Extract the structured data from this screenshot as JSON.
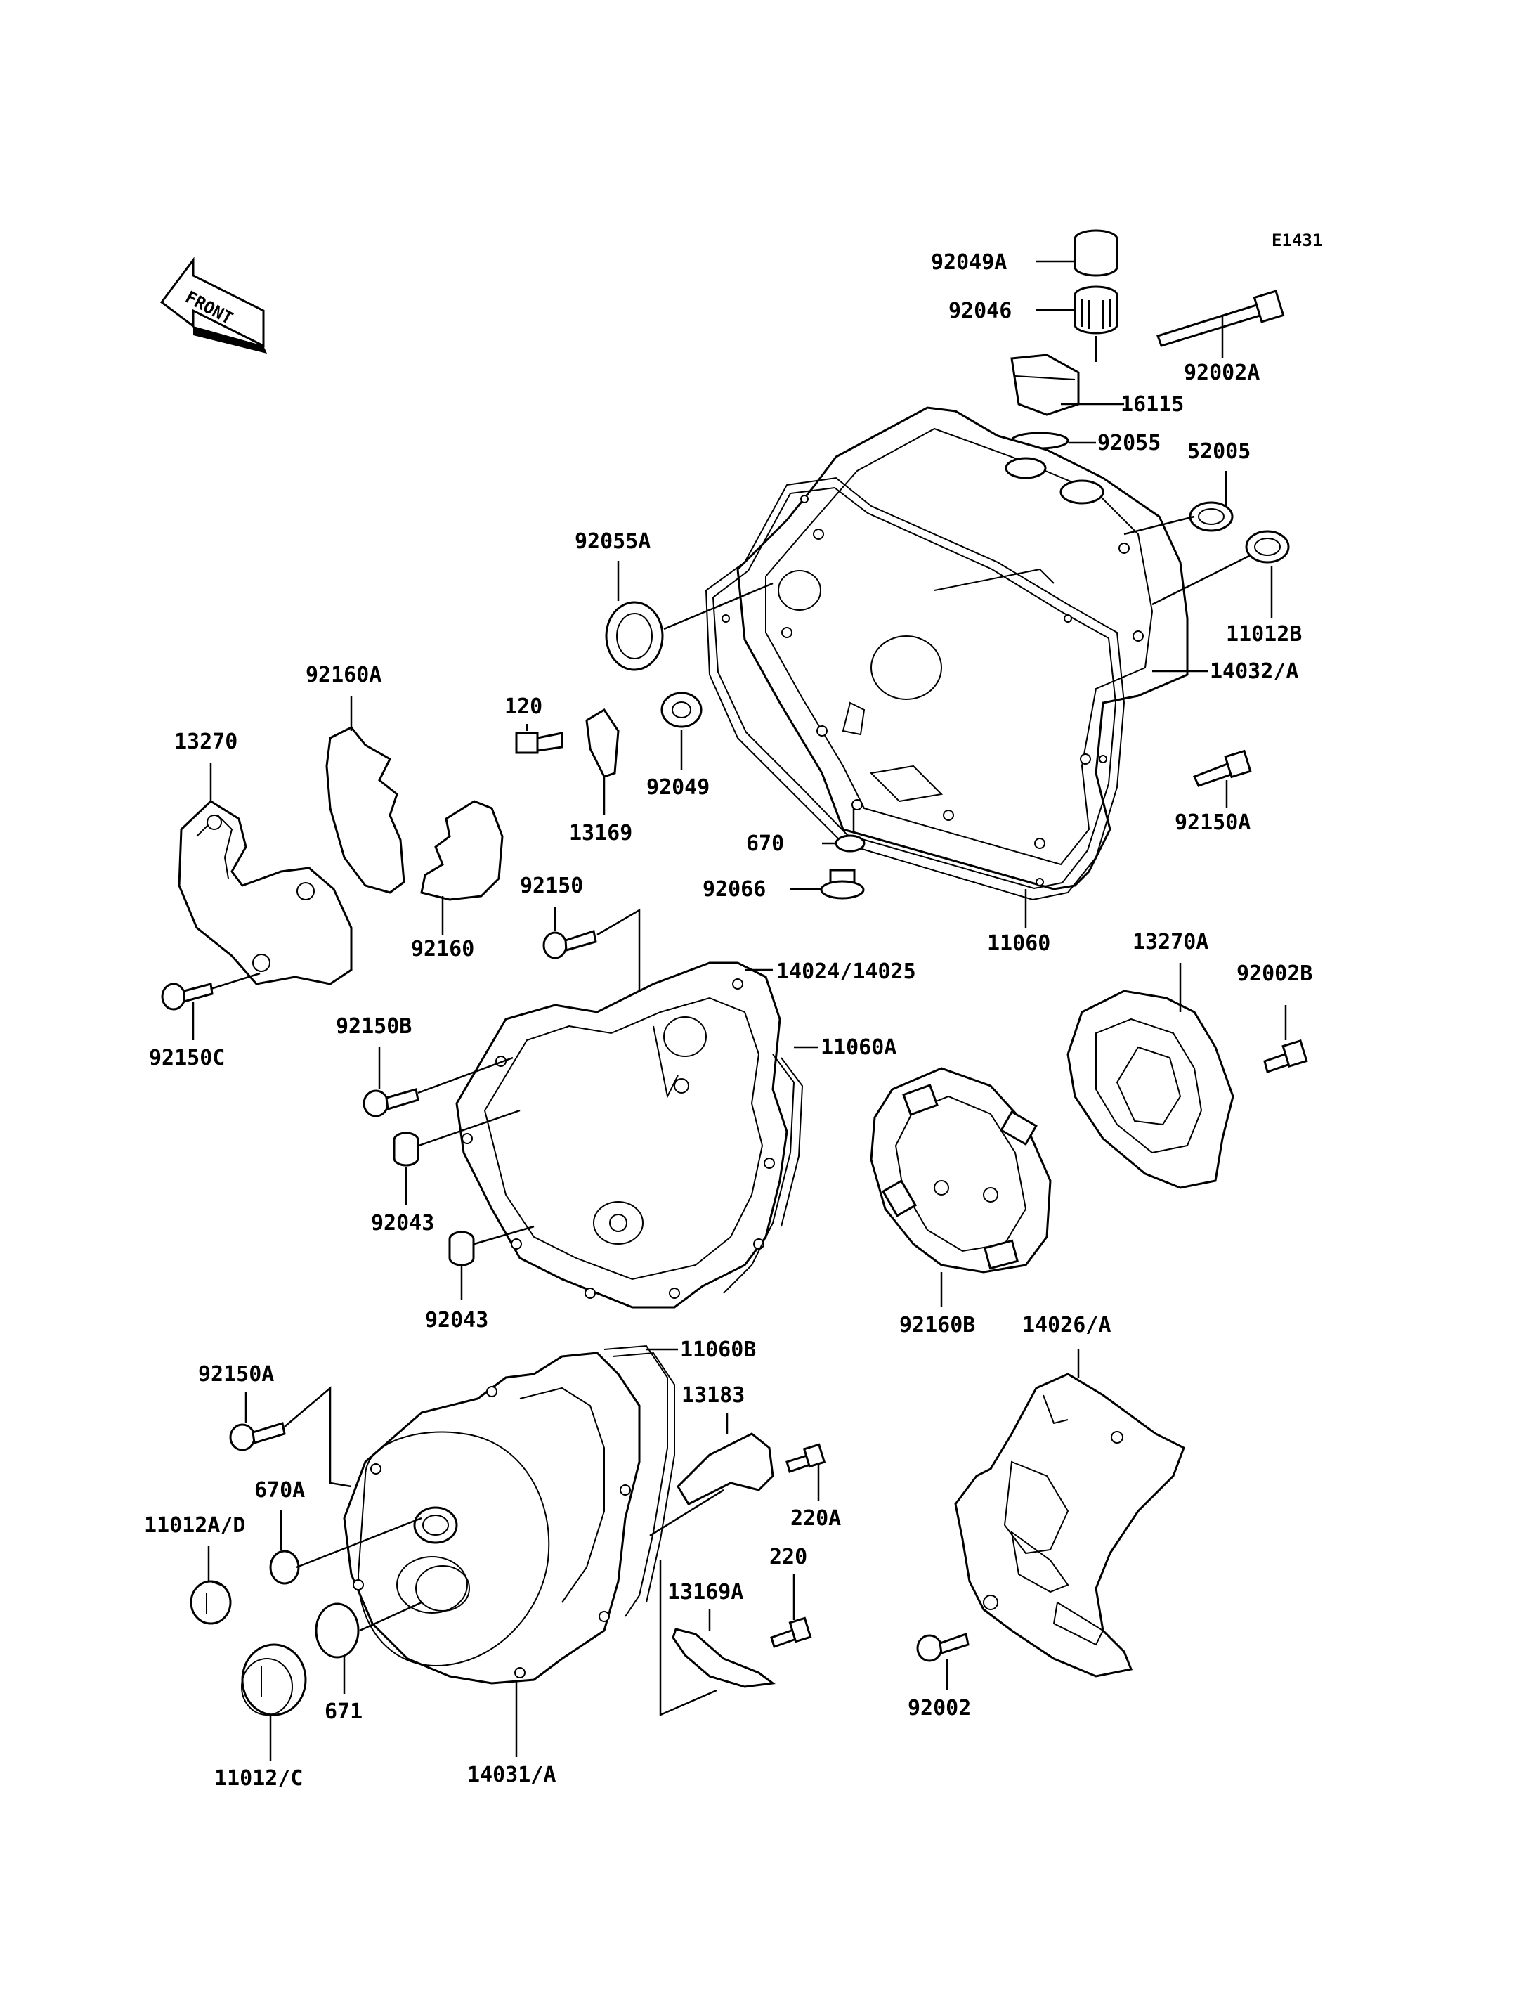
{
  "diagram_code": "E1431",
  "front_label": "FRONT",
  "parts": [
    {
      "id": "p92049A",
      "number": "92049A"
    },
    {
      "id": "p92046",
      "number": "92046"
    },
    {
      "id": "p92002A",
      "number": "92002A"
    },
    {
      "id": "p16115",
      "number": "16115"
    },
    {
      "id": "p92055",
      "number": "92055"
    },
    {
      "id": "p52005",
      "number": "52005"
    },
    {
      "id": "p92055A",
      "number": "92055A"
    },
    {
      "id": "p11012B",
      "number": "11012B"
    },
    {
      "id": "p14032A",
      "number": "14032/A"
    },
    {
      "id": "p92160A",
      "number": "92160A"
    },
    {
      "id": "p13270",
      "number": "13270"
    },
    {
      "id": "p120",
      "number": "120"
    },
    {
      "id": "p92049",
      "number": "92049"
    },
    {
      "id": "p13169",
      "number": "13169"
    },
    {
      "id": "p92150A_top",
      "number": "92150A"
    },
    {
      "id": "p670",
      "number": "670"
    },
    {
      "id": "p92066",
      "number": "92066"
    },
    {
      "id": "p92150",
      "number": "92150"
    },
    {
      "id": "p92160",
      "number": "92160"
    },
    {
      "id": "p11060",
      "number": "11060"
    },
    {
      "id": "p14024",
      "number": "14024/14025"
    },
    {
      "id": "p13270A",
      "number": "13270A"
    },
    {
      "id": "p92002B",
      "number": "92002B"
    },
    {
      "id": "p92150C",
      "number": "92150C"
    },
    {
      "id": "p92150B",
      "number": "92150B"
    },
    {
      "id": "p11060A",
      "number": "11060A"
    },
    {
      "id": "p92043a",
      "number": "92043"
    },
    {
      "id": "p92043b",
      "number": "92043"
    },
    {
      "id": "p92160B",
      "number": "92160B"
    },
    {
      "id": "p11060B",
      "number": "11060B"
    },
    {
      "id": "p14026A",
      "number": "14026/A"
    },
    {
      "id": "p92150A_bot",
      "number": "92150A"
    },
    {
      "id": "p13183",
      "number": "13183"
    },
    {
      "id": "p670A",
      "number": "670A"
    },
    {
      "id": "p220A",
      "number": "220A"
    },
    {
      "id": "p11012AD",
      "number": "11012A/D"
    },
    {
      "id": "p220",
      "number": "220"
    },
    {
      "id": "p13169A",
      "number": "13169A"
    },
    {
      "id": "p671",
      "number": "671"
    },
    {
      "id": "p92002",
      "number": "92002"
    },
    {
      "id": "p11012C",
      "number": "11012/C"
    },
    {
      "id": "p14031A",
      "number": "14031/A"
    }
  ]
}
